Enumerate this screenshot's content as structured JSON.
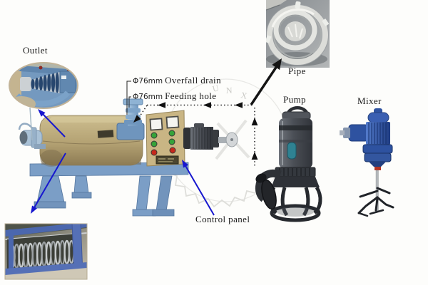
{
  "labels": {
    "outlet": "Outlet",
    "overfall_dia": "Φ76mm",
    "overfall_name": "Overfall drain",
    "feeding_dia": "Φ76mm",
    "feeding_name": "Feeding hole",
    "pipe": "Pipe",
    "pump": "Pump",
    "mixer": "Mixer",
    "control_panel": "Control panel"
  },
  "watermark": {
    "letter_1": "U",
    "letter_2": "N",
    "letter_3": "X"
  },
  "colors": {
    "frame_blue": "#7b9ec6",
    "drum_tan": "#b4a273",
    "panel_tan": "#c9b584",
    "pointer_blue": "#1717cf",
    "flow_black": "#1c1c1c",
    "pump_body": "#40444b",
    "mixer_blue": "#2e52a0",
    "pipe_photo_gray": "#9aa0a3"
  }
}
